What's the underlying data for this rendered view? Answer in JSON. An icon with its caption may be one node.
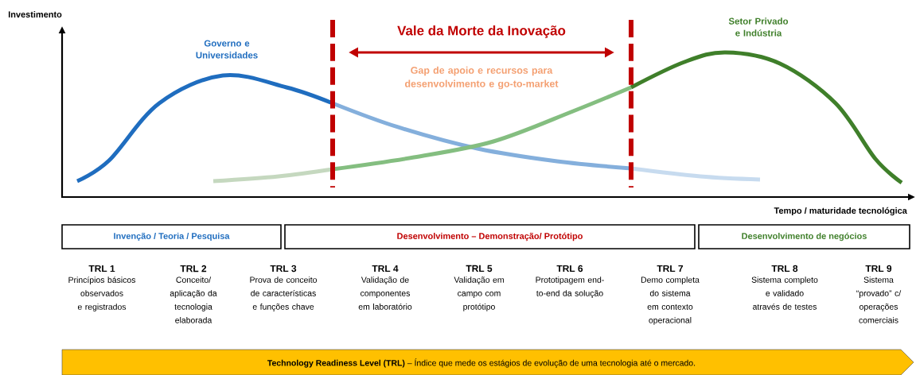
{
  "diagram": {
    "nodes": [
      {
        "text": [
          "Invenção / Teoria / Pesquisa"
        ]
      },
      {
        "text": [
          "Desenvolvimento – Demonstração/ Protótipo"
        ]
      },
      {
        "text": [
          "Desenvolvimento de negócios"
        ]
      },
      {
        "text": [
          "**Technology Readiness Level (TRL)** – Índice que mede os estágios de evolução de uma tecnologia até o mercado."
        ]
      }
    ],
    "edges": [],
    "labels": [
      "Investimento",
      "Governo e Universidades",
      "Vale da Morte da Inovação",
      "Setor Privado e Indústria",
      "Gap de apoio e recursos para desenvolvimento e go-to-market",
      "Tempo / maturidade tecnológica",
      "TRL 1",
      "Princípios básicos observados e registrados",
      "TRL 2",
      "Conceito/ aplicação da tecnologia elaborada",
      "TRL 3",
      "Prova de conceito de características e funções chave",
      "TRL 4",
      "Validação de componentes em laboratório",
      "TRL 5",
      "Validação em campo com protótipo",
      "TRL 6",
      "Prototipagem end-to-end da solução",
      "TRL 7",
      "Demo completa do sistema em contexto operacional",
      "TRL 8",
      "Sistema completo e validado através de testes",
      "TRL 9",
      "Sistema “provado” c/ operações comerciais"
    ]
  }
}
